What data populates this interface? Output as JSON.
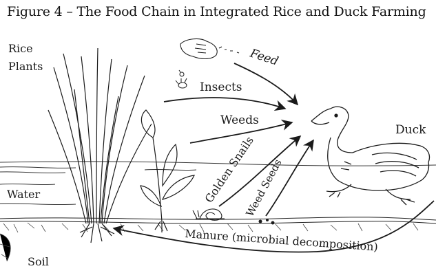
{
  "title": "Figure 4 – The Food Chain in Integrated Rice and Duck Farming",
  "labels": {
    "rice_line1": "Rice",
    "rice_line2": "Plants",
    "water": "Water",
    "soil": "Soil",
    "insects": "Insects",
    "weeds": "Weeds",
    "feed": "Feed",
    "golden_snails": "Golden Snails",
    "weed_seeds": "Weed Seeds",
    "duck": "Duck",
    "manure": "Manure (microbial decomposition)"
  },
  "icons": {
    "hand": "hand-feeding-icon",
    "insect": "insect-icon",
    "snail": "snail-icon",
    "duck": "duck-illustration"
  }
}
